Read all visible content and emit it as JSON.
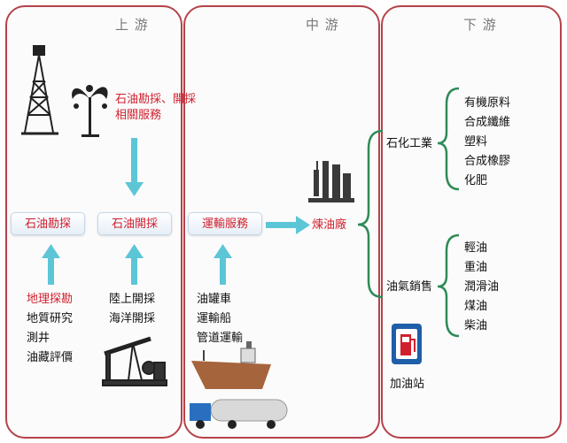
{
  "upstream": {
    "title": "上 游",
    "service_label_line1": "石油勘採、開採",
    "service_label_line2": "相關服務",
    "box_exploration": "石油勘探",
    "box_extraction": "石油開採",
    "exploration_items": [
      "地理探勘",
      "地質研究",
      "測井",
      "油藏評價"
    ],
    "extraction_items": [
      "陸上開採",
      "海洋開採"
    ]
  },
  "midstream": {
    "title": "中 游",
    "box_transport": "運輸服務",
    "refinery_label": "煉油廠",
    "transport_items": [
      "油罐車",
      "運輸船",
      "管道運輸"
    ]
  },
  "downstream": {
    "title": "下 游",
    "petrochem_label": "石化工業",
    "petrochem_items": [
      "有機原料",
      "合成纖維",
      "塑料",
      "合成橡膠",
      "化肥"
    ],
    "oilgas_label": "油氣銷售",
    "oilgas_items": [
      "輕油",
      "重油",
      "潤滑油",
      "煤油",
      "柴油"
    ],
    "gas_station_label": "加油站"
  },
  "colors": {
    "border": "#b5424a",
    "arrow": "#5cc6d6",
    "highlight_text": "#d0202e",
    "brace": "#2e8b57"
  }
}
